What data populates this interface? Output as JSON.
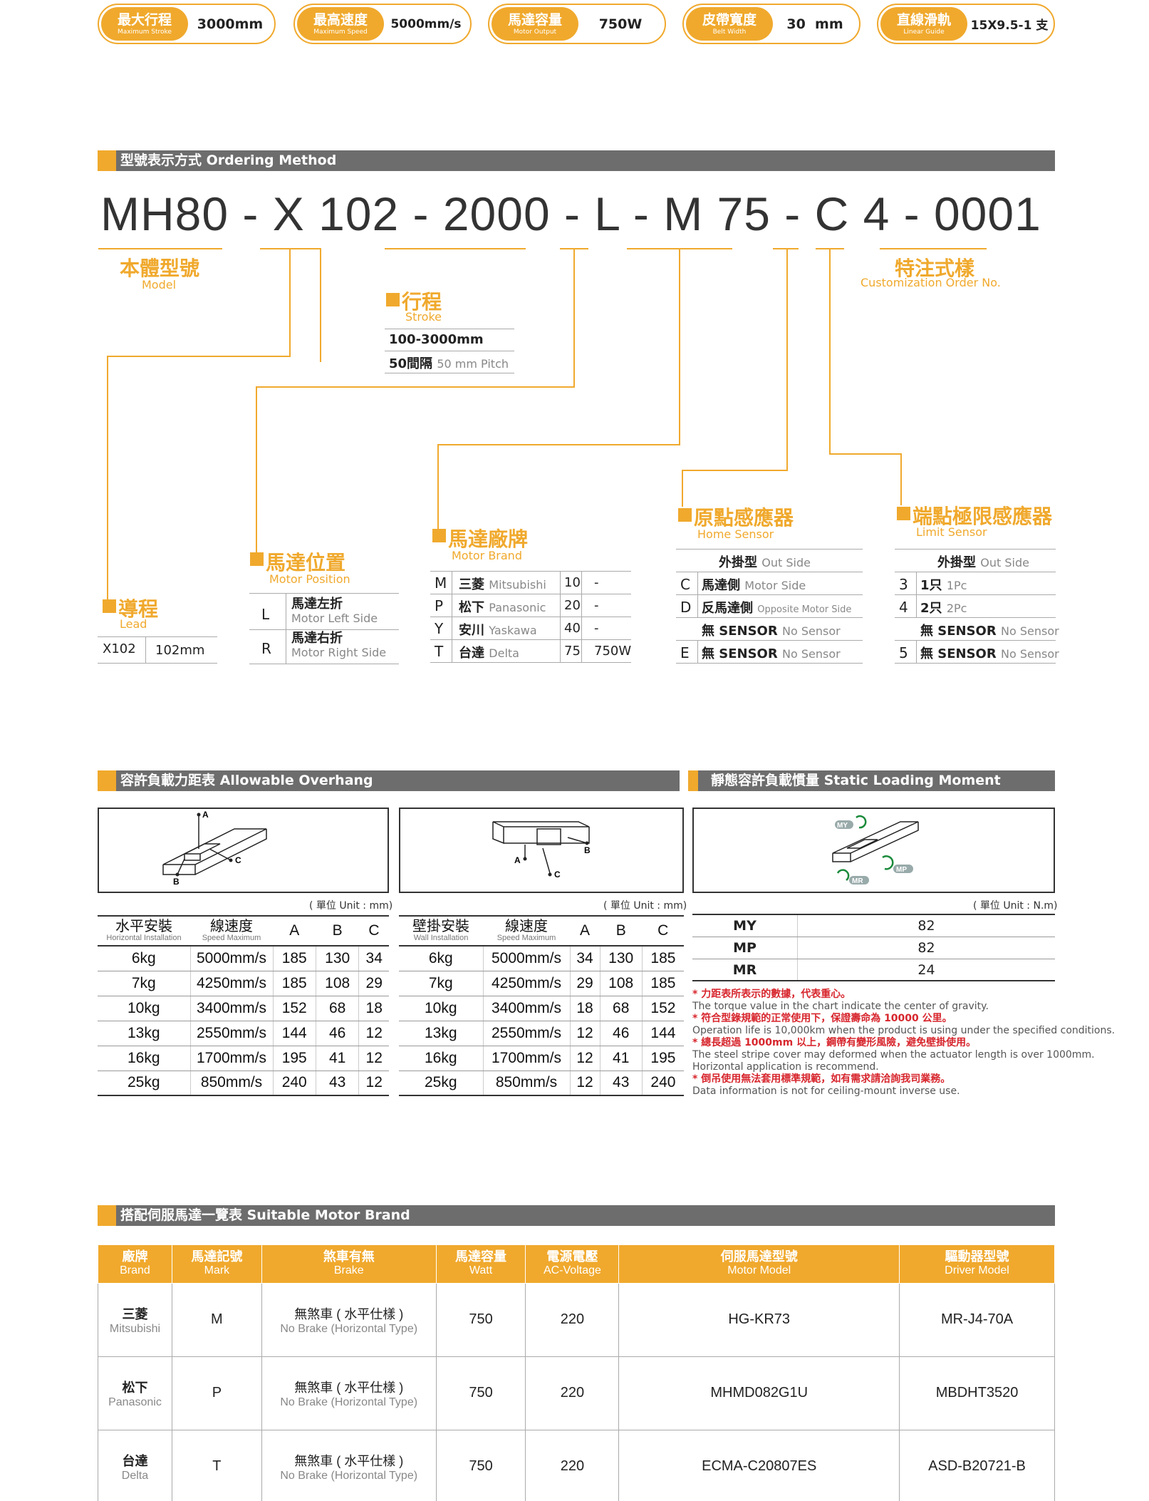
{
  "specs": [
    {
      "zh": "最大行程",
      "en": "Maximum Stroke",
      "value": "3000mm"
    },
    {
      "zh": "最高速度",
      "en": "Maximum Speed",
      "value": "5000mm/s"
    },
    {
      "zh": "馬達容量",
      "en": "Motor Output",
      "value": "750W"
    },
    {
      "zh": "皮帶寬度",
      "en": "Belt Width",
      "value": "30  mm"
    },
    {
      "zh": "直線滑軌",
      "en": "Linear Guide",
      "value": "15X9.5-1 支"
    }
  ],
  "ordering": {
    "title": "型號表示方式 Ordering Method",
    "code": "MH80 - X 102 - 2000 - L - M 75 - C 4 - 0001",
    "model": {
      "zh": "本體型號",
      "en": "Model"
    },
    "custom": {
      "zh": "特注式樣",
      "en": "Customization Order No."
    },
    "stroke": {
      "zh": "行程",
      "en": "Stroke",
      "r1": "100-3000mm",
      "r2a": "50間隔",
      "r2b": "50 mm Pitch"
    },
    "lead": {
      "zh": "導程",
      "en": "Lead",
      "code": "X102",
      "val": "102mm"
    },
    "motor_pos": {
      "zh": "馬達位置",
      "en": "Motor Position",
      "rows": [
        {
          "code": "L",
          "zh": "馬達左折",
          "en": "Motor Left Side"
        },
        {
          "code": "R",
          "zh": "馬達右折",
          "en": "Motor Right Side"
        }
      ]
    },
    "motor_brand": {
      "zh": "馬達廠牌",
      "en": "Motor Brand",
      "rows": [
        {
          "code": "M",
          "zh": "三菱",
          "en": "Mitsubishi",
          "w": "10",
          "o": "-"
        },
        {
          "code": "P",
          "zh": "松下",
          "en": "Panasonic",
          "w": "20",
          "o": "-"
        },
        {
          "code": "Y",
          "zh": "安川",
          "en": "Yaskawa",
          "w": "40",
          "o": "-"
        },
        {
          "code": "T",
          "zh": "台達",
          "en": "Delta",
          "w": "75",
          "o": "750W"
        }
      ]
    },
    "home": {
      "zh": "原點感應器",
      "en": "Home Sensor",
      "head_zh": "外掛型",
      "head_en": "Out Side",
      "rows": [
        {
          "code": "C",
          "zh": "馬達側",
          "en": "Motor Side"
        },
        {
          "code": "D",
          "zh": "反馬達側",
          "en": "Opposite Motor Side"
        },
        {
          "code": "",
          "zh": "無 SENSOR",
          "en": "No Sensor"
        },
        {
          "code": "E",
          "zh": "無 SENSOR",
          "en": "No Sensor"
        }
      ]
    },
    "limit": {
      "zh": "端點極限感應器",
      "en": "Limit Sensor",
      "head_zh": "外掛型",
      "head_en": "Out Side",
      "rows": [
        {
          "code": "3",
          "zh": "1只",
          "en": "1Pc"
        },
        {
          "code": "4",
          "zh": "2只",
          "en": "2Pc"
        },
        {
          "code": "",
          "zh": "無 SENSOR",
          "en": "No Sensor"
        },
        {
          "code": "5",
          "zh": "無 SENSOR",
          "en": "No Sensor"
        }
      ]
    }
  },
  "overhang": {
    "title": "容許負載力距表 Allowable Overhang",
    "unit": "( 單位 Unit : mm)",
    "horizontal": {
      "h1zh": "水平安裝",
      "h1en": "Horizontal Installation",
      "h2zh": "線速度",
      "h2en": "Speed Maximum",
      "rows": [
        [
          "6kg",
          "5000mm/s",
          "185",
          "130",
          "34"
        ],
        [
          "7kg",
          "4250mm/s",
          "185",
          "108",
          "29"
        ],
        [
          "10kg",
          "3400mm/s",
          "152",
          "68",
          "18"
        ],
        [
          "13kg",
          "2550mm/s",
          "144",
          "46",
          "12"
        ],
        [
          "16kg",
          "1700mm/s",
          "195",
          "41",
          "12"
        ],
        [
          "25kg",
          "850mm/s",
          "240",
          "43",
          "12"
        ]
      ]
    },
    "wall": {
      "h1zh": "壁掛安裝",
      "h1en": "Wall Installation",
      "h2zh": "線速度",
      "h2en": "Speed Maximum",
      "rows": [
        [
          "6kg",
          "5000mm/s",
          "34",
          "130",
          "185"
        ],
        [
          "7kg",
          "4250mm/s",
          "29",
          "108",
          "185"
        ],
        [
          "10kg",
          "3400mm/s",
          "18",
          "68",
          "152"
        ],
        [
          "13kg",
          "2550mm/s",
          "12",
          "46",
          "144"
        ],
        [
          "16kg",
          "1700mm/s",
          "12",
          "41",
          "195"
        ],
        [
          "25kg",
          "850mm/s",
          "12",
          "43",
          "240"
        ]
      ]
    },
    "cols": [
      "A",
      "B",
      "C"
    ]
  },
  "static": {
    "title": "靜態容許負載慣量 Static Loading Moment",
    "unit": "( 單位 Unit : N.m)",
    "rows": [
      [
        "MY",
        "82"
      ],
      [
        "MP",
        "82"
      ],
      [
        "MR",
        "24"
      ]
    ],
    "notes": [
      {
        "r": "* 力距表所表示的數據，代表重心。",
        "g": "The torque value in the chart indicate the center of gravity."
      },
      {
        "r": "* 符合型錄規範的正常使用下，保證壽命為 10000 公里。",
        "g": "Operation life is 10,000km when the product is using under the specified conditions."
      },
      {
        "r": "* 總長超過 1000mm 以上，鋼帶有變形風險，避免壁掛使用。",
        "g": "The steel stripe cover may deformed when the actuator length is over 1000mm.",
        "g2": "Horizontal application is recommend."
      },
      {
        "r": "* 倒吊使用無法套用標準規範，如有需求請洽詢我司業務。",
        "g": "Data information is not for ceiling-mount inverse use."
      }
    ]
  },
  "motor_brand_table": {
    "title": "搭配伺服馬達一覽表 Suitable Motor Brand",
    "headers": [
      {
        "zh": "廠牌",
        "en": "Brand"
      },
      {
        "zh": "馬達記號",
        "en": "Mark"
      },
      {
        "zh": "煞車有無",
        "en": "Brake"
      },
      {
        "zh": "馬達容量",
        "en": "Watt"
      },
      {
        "zh": "電源電壓",
        "en": "AC-Voltage"
      },
      {
        "zh": "伺服馬達型號",
        "en": "Motor Model"
      },
      {
        "zh": "驅動器型號",
        "en": "Driver Model"
      }
    ],
    "rows": [
      {
        "bzh": "三菱",
        "ben": "Mitsubishi",
        "mark": "M",
        "brzh": "無煞車 ( 水平仕樣 )",
        "bren": "No Brake (Horizontal Type)",
        "watt": "750",
        "v": "220",
        "model": "HG-KR73",
        "driver": "MR-J4-70A"
      },
      {
        "bzh": "松下",
        "ben": "Panasonic",
        "mark": "P",
        "brzh": "無煞車 ( 水平仕樣 )",
        "bren": "No Brake (Horizontal Type)",
        "watt": "750",
        "v": "220",
        "model": "MHMD082G1U",
        "driver": "MBDHT3520"
      },
      {
        "bzh": "台達",
        "ben": "Delta",
        "mark": "T",
        "brzh": "無煞車 ( 水平仕樣 )",
        "bren": "No Brake (Horizontal Type)",
        "watt": "750",
        "v": "220",
        "model": "ECMA-C20807ES",
        "driver": "ASD-B20721-B"
      }
    ]
  },
  "colors": {
    "accent": "#f0a92d",
    "bar": "#6d6d6d",
    "note_red": "#d7262d"
  }
}
